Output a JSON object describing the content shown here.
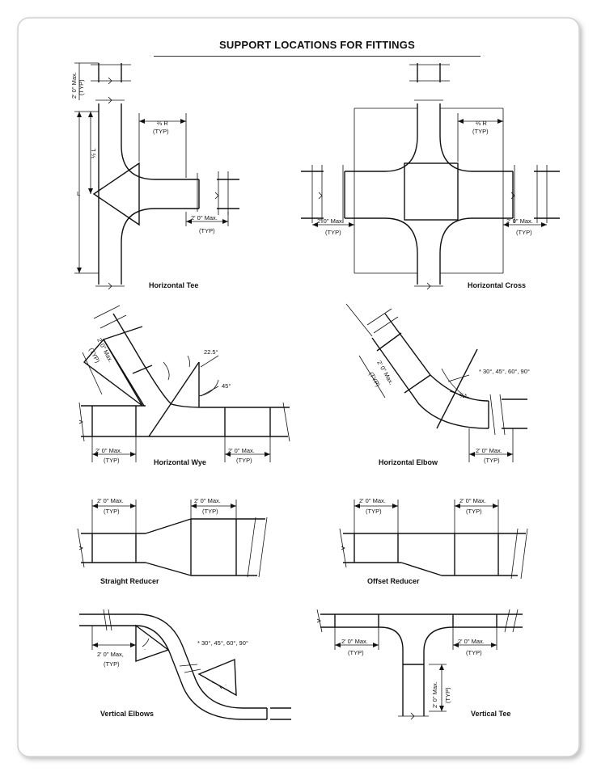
{
  "title": "SUPPORT LOCATIONS FOR FITTINGS",
  "labels": {
    "horizontal_tee": "Horizontal Tee",
    "horizontal_cross": "Horizontal Cross",
    "horizontal_wye": "Horizontal Wye",
    "horizontal_elbow": "Horizontal Elbow",
    "straight_reducer": "Straight Reducer",
    "offset_reducer": "Offset Reducer",
    "vertical_elbows": "Vertical Elbows",
    "vertical_tee": "Vertical Tee"
  },
  "dims": {
    "two_ft_max": "2' 0\" Max.",
    "two_ft_max_comma": "2' 0\" Max,",
    "typ": "(TYP)",
    "two_thirds_r": "⅔ R",
    "half_l": "½ L",
    "l": "L",
    "angle_22": "22.5°",
    "angle_45": "45°",
    "angles_note": "* 30°, 45°, 60°, 90°",
    "half_star": "½*"
  },
  "colors": {
    "line": "#111111",
    "frame": "#dddddd",
    "background": "#ffffff"
  }
}
